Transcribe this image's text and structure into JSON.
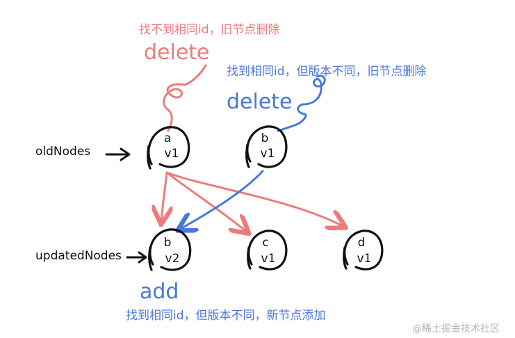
{
  "labels": {
    "old_nodes": "oldNodes",
    "updated_nodes": "updatedNodes"
  },
  "annotations": {
    "red_note": "找不到相同id，旧节点删除",
    "red_action": "delete",
    "blue_note_top": "找到相同id，但版本不同，旧节点删除",
    "blue_action_top": "delete",
    "blue_action_bottom": "add",
    "blue_note_bottom": "找到相同id，但版本不同，新节点添加"
  },
  "old_nodes": [
    {
      "id": "a",
      "version": "v1"
    },
    {
      "id": "b",
      "version": "v1"
    }
  ],
  "updated_nodes": [
    {
      "id": "b",
      "version": "v2"
    },
    {
      "id": "c",
      "version": "v1"
    },
    {
      "id": "d",
      "version": "v1"
    }
  ],
  "watermark": "@稀土掘金技术社区",
  "colors": {
    "red": "#ee7b7b",
    "blue": "#4a78dc",
    "black": "#111111"
  }
}
